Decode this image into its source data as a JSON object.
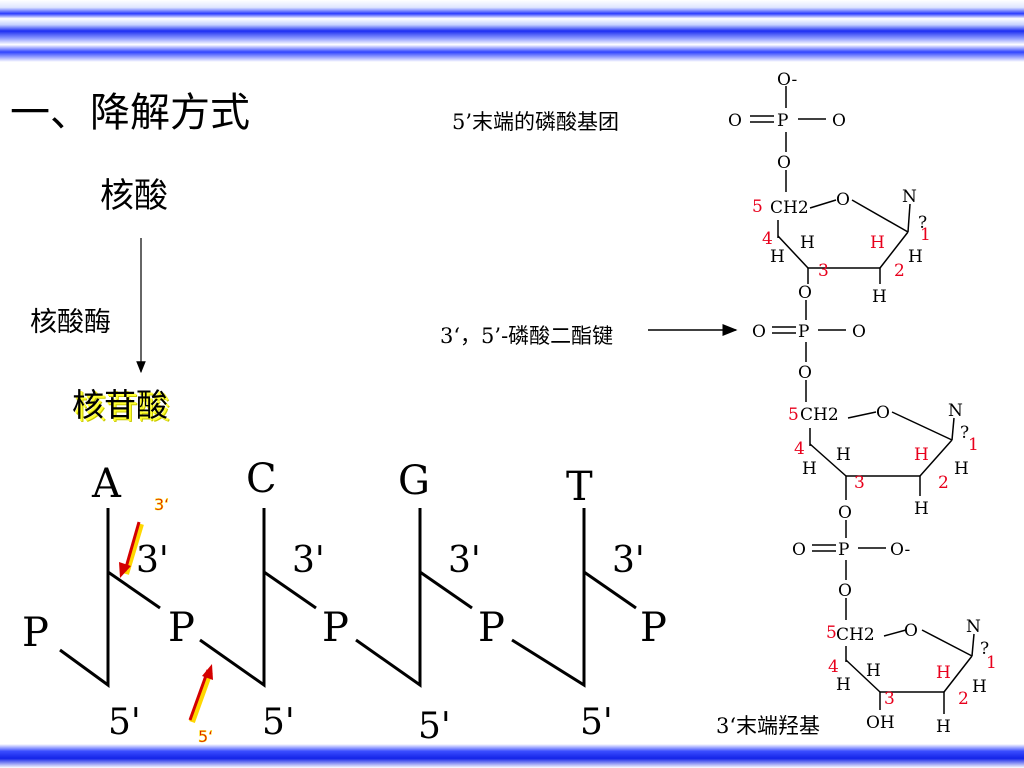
{
  "slide": {
    "title": "一、降解方式",
    "nucleic_acid": "核酸",
    "enzyme": "核酸酶",
    "product": "核苷酸"
  },
  "annotations": {
    "five_prime_phosphate": "5’末端的磷酸基团",
    "phosphodiester_bond": "3‘，5’-磷酸二酯键",
    "three_prime_hydroxyl": "3‘末端羟基"
  },
  "strand": {
    "bases": [
      "A",
      "C",
      "G",
      "T"
    ],
    "three_prime": "3'",
    "five_prime": "5'",
    "phosphate": "P",
    "arrow_up_label": "5‘",
    "arrow_down_label": "3‘"
  },
  "structure": {
    "atoms": {
      "O": "O",
      "O_minus": "O-",
      "P": "P",
      "C": "C",
      "H": "H",
      "OH": "OH",
      "N": "N",
      "ch2": "CH2",
      "unknown": "?"
    },
    "numbers": {
      "five": "5",
      "four": "4",
      "three": "3",
      "two": "2",
      "one": "1"
    },
    "colors": {
      "label": "#e8001c",
      "atom": "#000000",
      "arrow_red": "#d40000",
      "arrow_yellow": "#ffd700"
    }
  }
}
